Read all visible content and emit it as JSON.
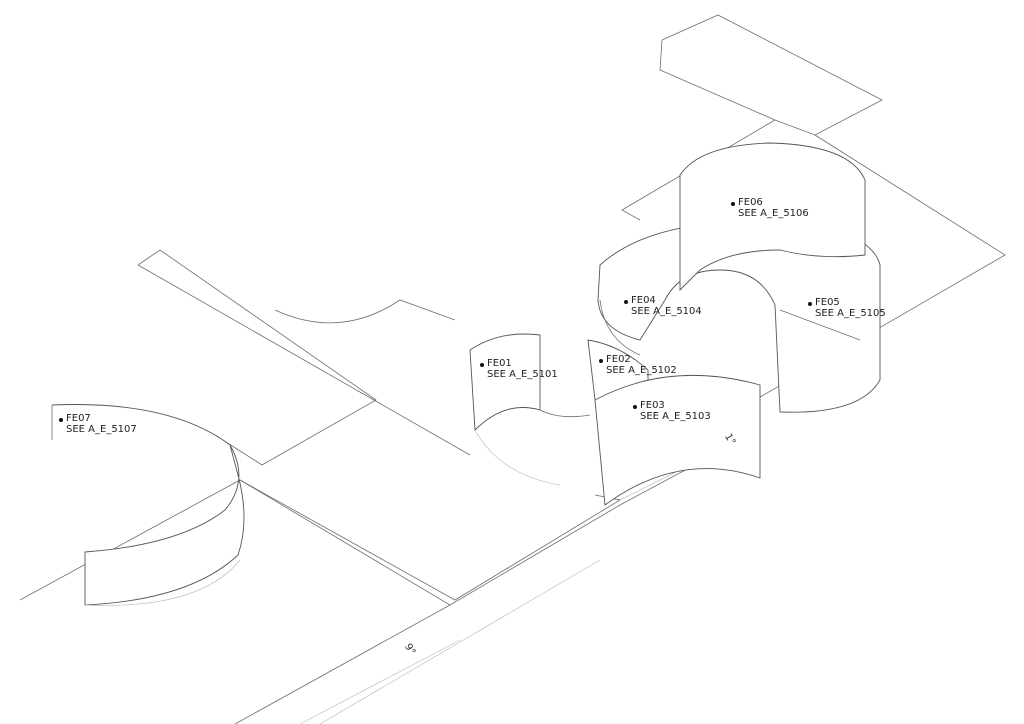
{
  "tags": [
    {
      "id": "FE01",
      "ref": "SEE A_E_5101"
    },
    {
      "id": "FE02",
      "ref": "SEE A_E_5102"
    },
    {
      "id": "FE03",
      "ref": "SEE A_E_5103"
    },
    {
      "id": "FE04",
      "ref": "SEE A_E_5104"
    },
    {
      "id": "FE05",
      "ref": "SEE A_E_5105"
    },
    {
      "id": "FE06",
      "ref": "SEE A_E_5106"
    },
    {
      "id": "FE07",
      "ref": "SEE A_E_5107"
    }
  ],
  "angles": [
    "9°",
    "1°"
  ]
}
